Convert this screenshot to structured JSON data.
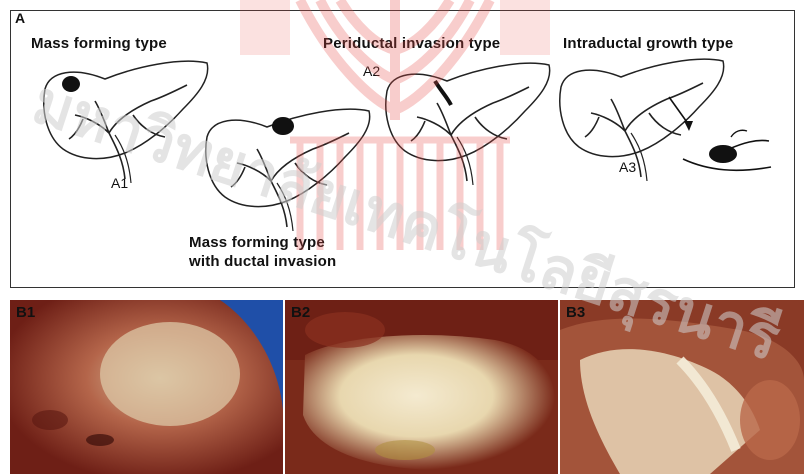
{
  "panelA": {
    "letter": "A",
    "label_mass_forming": "Mass forming type",
    "label_periductal": "Periductal invasion type",
    "label_intraductal": "Intraductal growth type",
    "label_ductal_line1": "Mass forming type",
    "label_ductal_line2": "with ductal invasion",
    "sub_a1": "A1",
    "sub_a2": "A2",
    "sub_a3": "A3"
  },
  "panelB": {
    "b1": "B1",
    "b2": "B2",
    "b3": "B3"
  },
  "watermark": {
    "text": "มหาวิทยาลัยเทคโนโลยีสุรนารี"
  },
  "colors": {
    "watermark_red": "#e8504a",
    "line": "#222222",
    "liver_tissue": "#8a3a2a",
    "tumor_tissue": "#efe3c6"
  }
}
